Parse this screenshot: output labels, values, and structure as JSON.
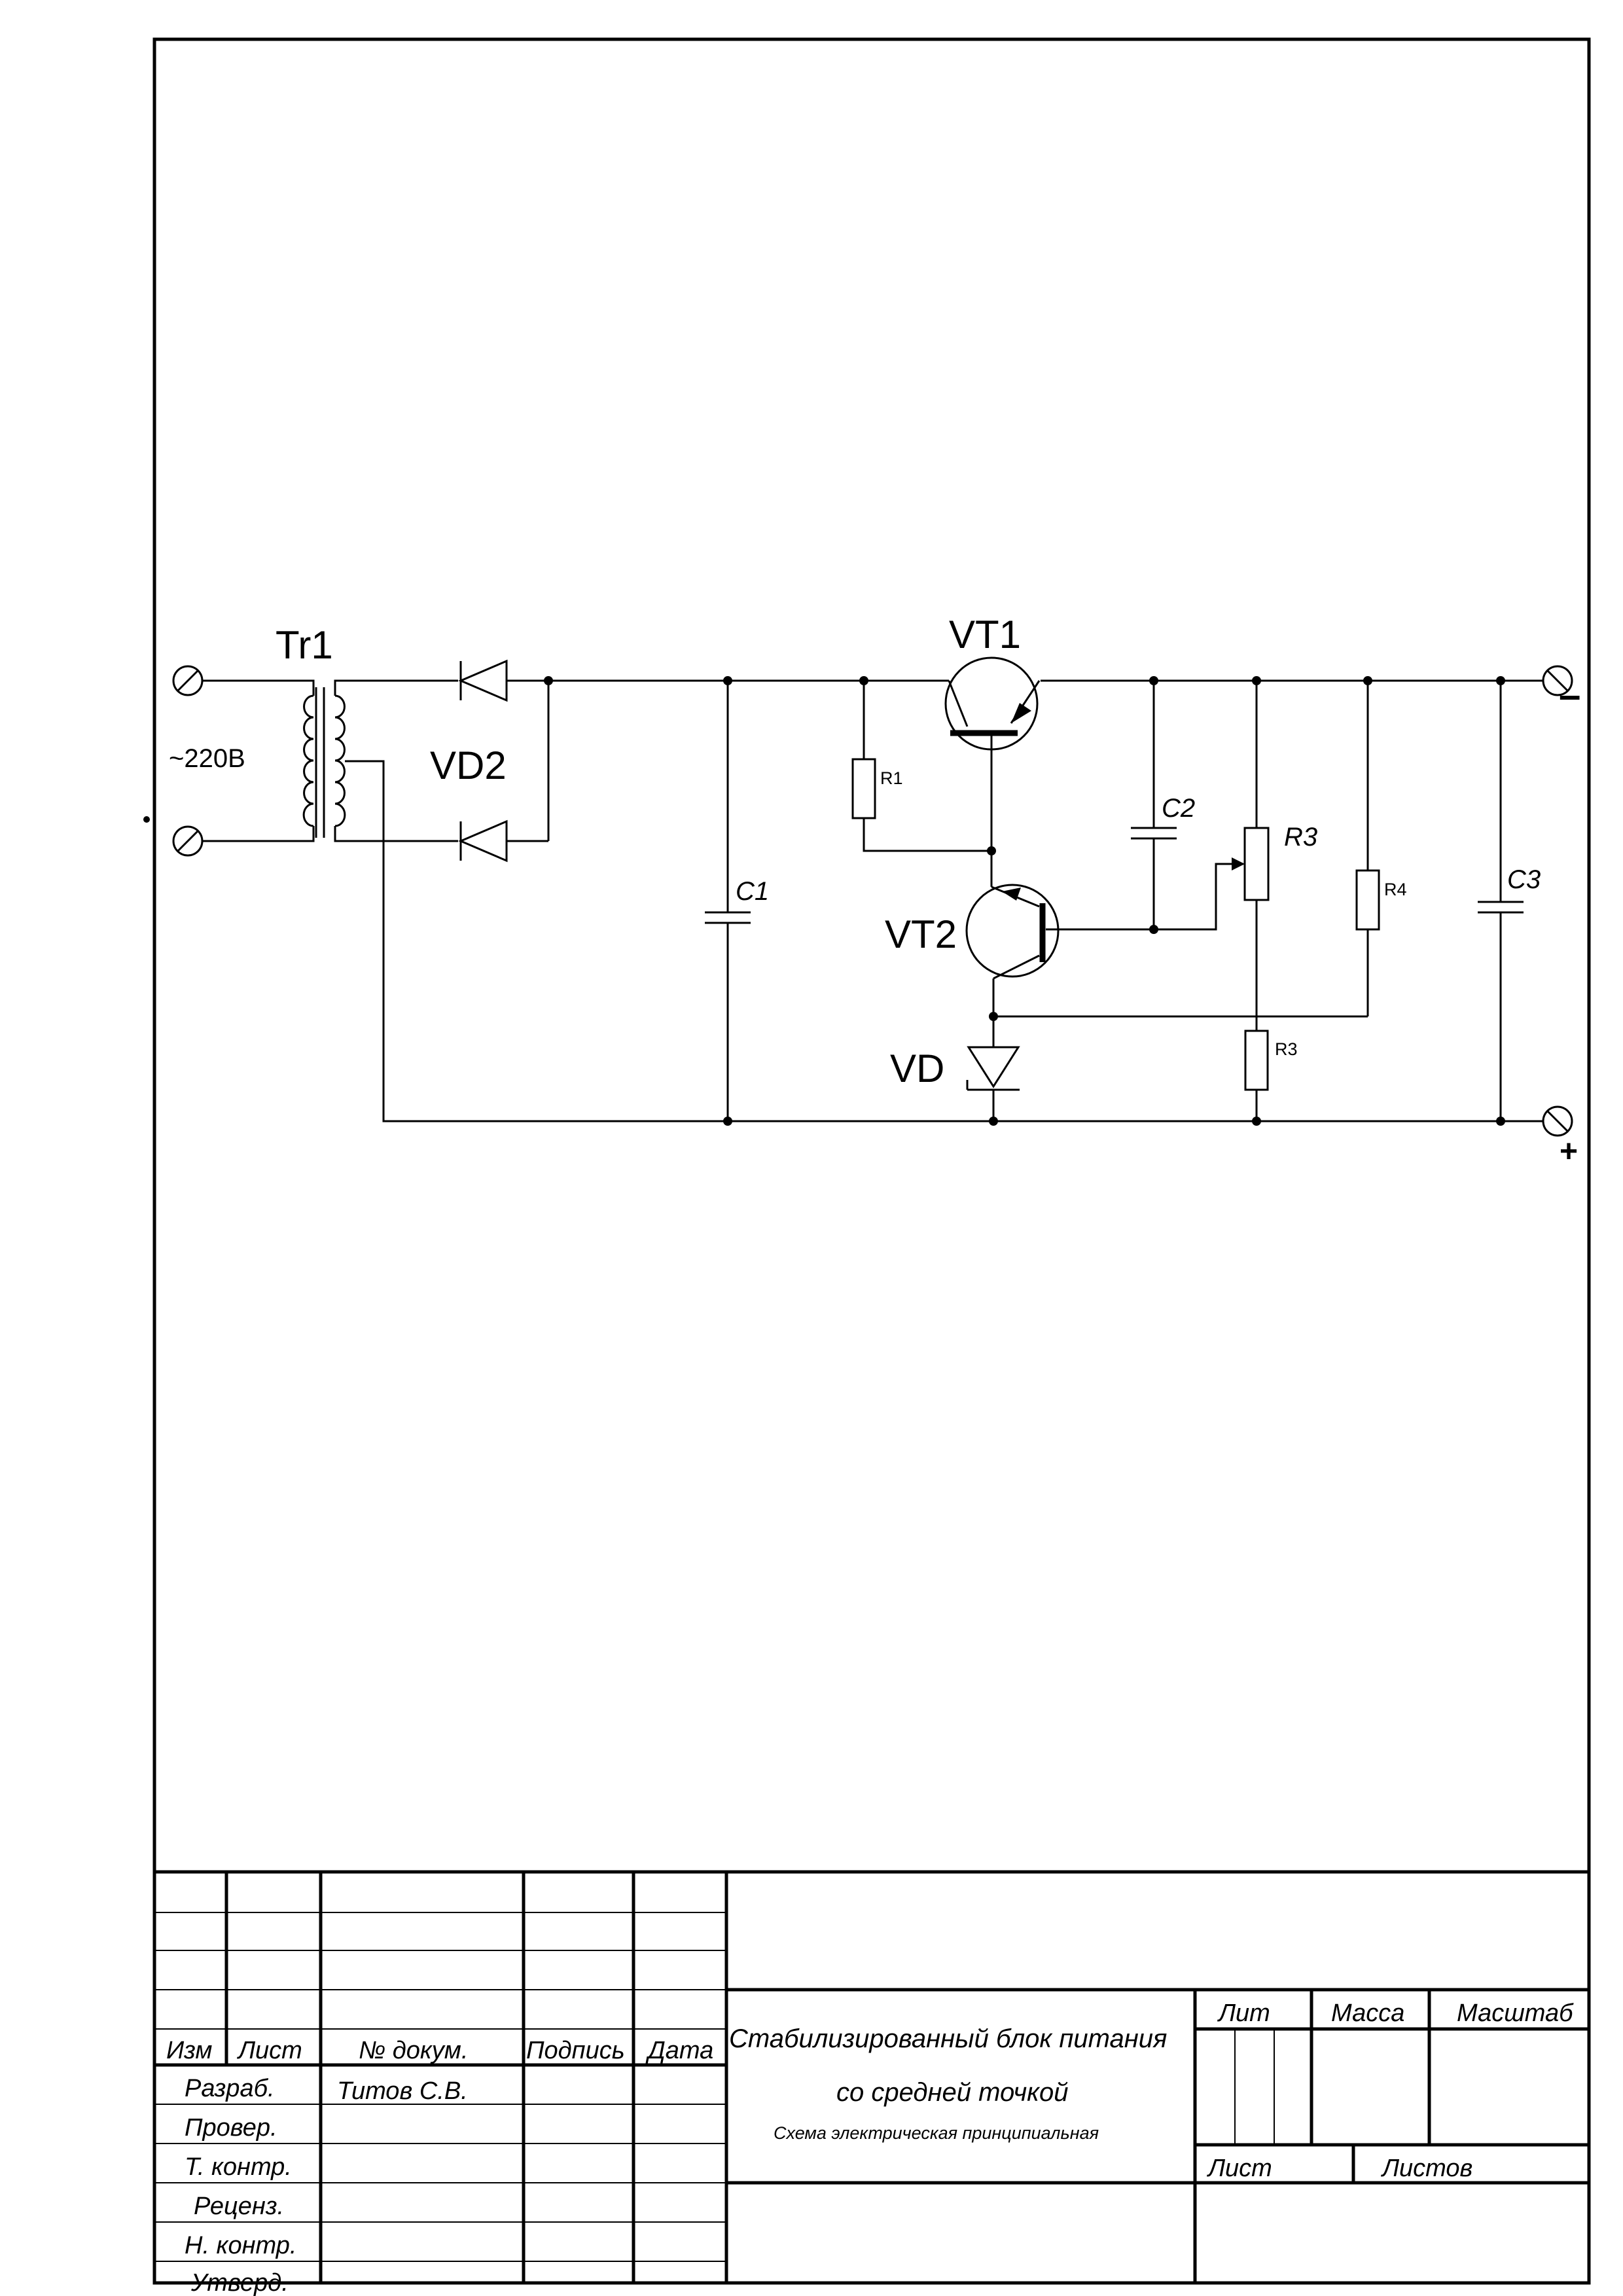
{
  "schematic": {
    "transformer": "Tr1",
    "input_voltage": "~220В",
    "rectifier_diode": "VD2",
    "capacitors": [
      "C1",
      "C2",
      "C3"
    ],
    "transistors": [
      "VT1",
      "VT2"
    ],
    "resistors": [
      "R1",
      "R3",
      "R4",
      "R3"
    ],
    "potentiometer": "R3",
    "zener": "VD",
    "output_minus": "–",
    "output_plus": "+"
  },
  "title_block": {
    "headers": [
      "Изм",
      "Лист",
      "№ докум.",
      "Подпись",
      "Дата"
    ],
    "roles": [
      "Разраб.",
      "Провер.",
      "Т. контр.",
      "Реценз.",
      "Н. контр.",
      "Утверд."
    ],
    "developer": "Титов С.В.",
    "title_line1": "Стабилизированный блок питания",
    "title_line2": "со средней точкой",
    "doc_type": "Схема электрическая принципиальная",
    "lit": "Лит",
    "mass": "Масса",
    "scale": "Масштаб",
    "sheet": "Лист",
    "sheets": "Листов"
  }
}
